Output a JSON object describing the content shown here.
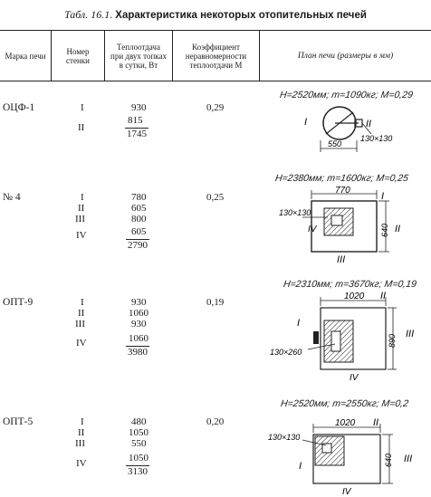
{
  "title": {
    "number": "Табл. 16.1.",
    "name": "Характеристика некоторых отопительных печей"
  },
  "headers": {
    "brand": "Марка печи",
    "wall": "Номер стенки",
    "heat": "Теплоотдача при двух топках в сутки, Вт",
    "coef": "Коэффициент неравномерности теплоотдачи M",
    "plan": "План печи (размеры в мм)"
  },
  "rows": [
    {
      "brand": "ОЦФ-1",
      "walls": [
        "I",
        "II"
      ],
      "heat": [
        "930",
        "815"
      ],
      "total": "1745",
      "coef": "0,29",
      "caption": "H=2520мм; m=1090кг; M=0,29",
      "dims": {
        "w": "550",
        "hole": "130×130"
      },
      "labels": [
        "I",
        "II"
      ]
    },
    {
      "brand": "№ 4",
      "walls": [
        "I",
        "II",
        "III",
        "IV"
      ],
      "heat": [
        "780",
        "605",
        "800",
        "605"
      ],
      "total": "2790",
      "coef": "0,25",
      "caption": "H=2380мм; m=1600кг; M=0,25",
      "dims": {
        "w": "770",
        "h": "640",
        "hole": "130×130"
      },
      "labels": [
        "I",
        "II",
        "III",
        "IV"
      ]
    },
    {
      "brand": "ОПТ-9",
      "walls": [
        "I",
        "II",
        "III",
        "IV"
      ],
      "heat": [
        "930",
        "1060",
        "930",
        "1060"
      ],
      "total": "3980",
      "coef": "0,19",
      "caption": "H=2310мм; m=3670кг; M=0,19",
      "dims": {
        "w": "1020",
        "h": "890",
        "hole": "130×260"
      },
      "labels": [
        "I",
        "II",
        "III",
        "IV"
      ]
    },
    {
      "brand": "ОПТ-5",
      "walls": [
        "I",
        "II",
        "III",
        "IV"
      ],
      "heat": [
        "480",
        "1050",
        "550",
        "1050"
      ],
      "total": "3130",
      "coef": "0,20",
      "caption": "H=2520мм; m=2550кг; M=0,2",
      "dims": {
        "w": "1020",
        "h": "640",
        "hole": "130×130"
      },
      "labels": [
        "I",
        "II",
        "III",
        "IV"
      ]
    }
  ]
}
